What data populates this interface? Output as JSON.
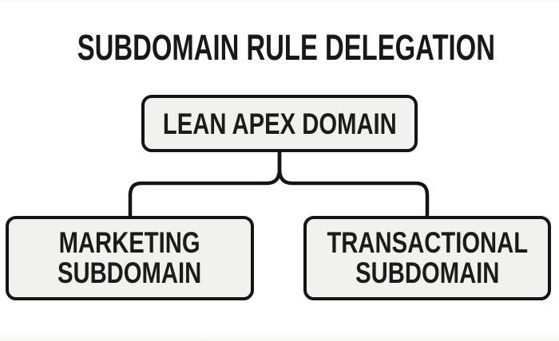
{
  "title": "SUBDOMAIN RULE DELEGATION",
  "nodes": {
    "root": {
      "label": "LEAN APEX DOMAIN"
    },
    "children": [
      {
        "lines": [
          "MARKETING",
          "SUBDOMAIN"
        ]
      },
      {
        "lines": [
          "TRANSACTIONAL",
          "SUBDOMAIN"
        ]
      }
    ]
  },
  "colors": {
    "background": "#ffffff",
    "box_fill": "#f1f1ef",
    "box_border": "#141414",
    "text": "#1b1b1b",
    "connector": "#141414"
  }
}
